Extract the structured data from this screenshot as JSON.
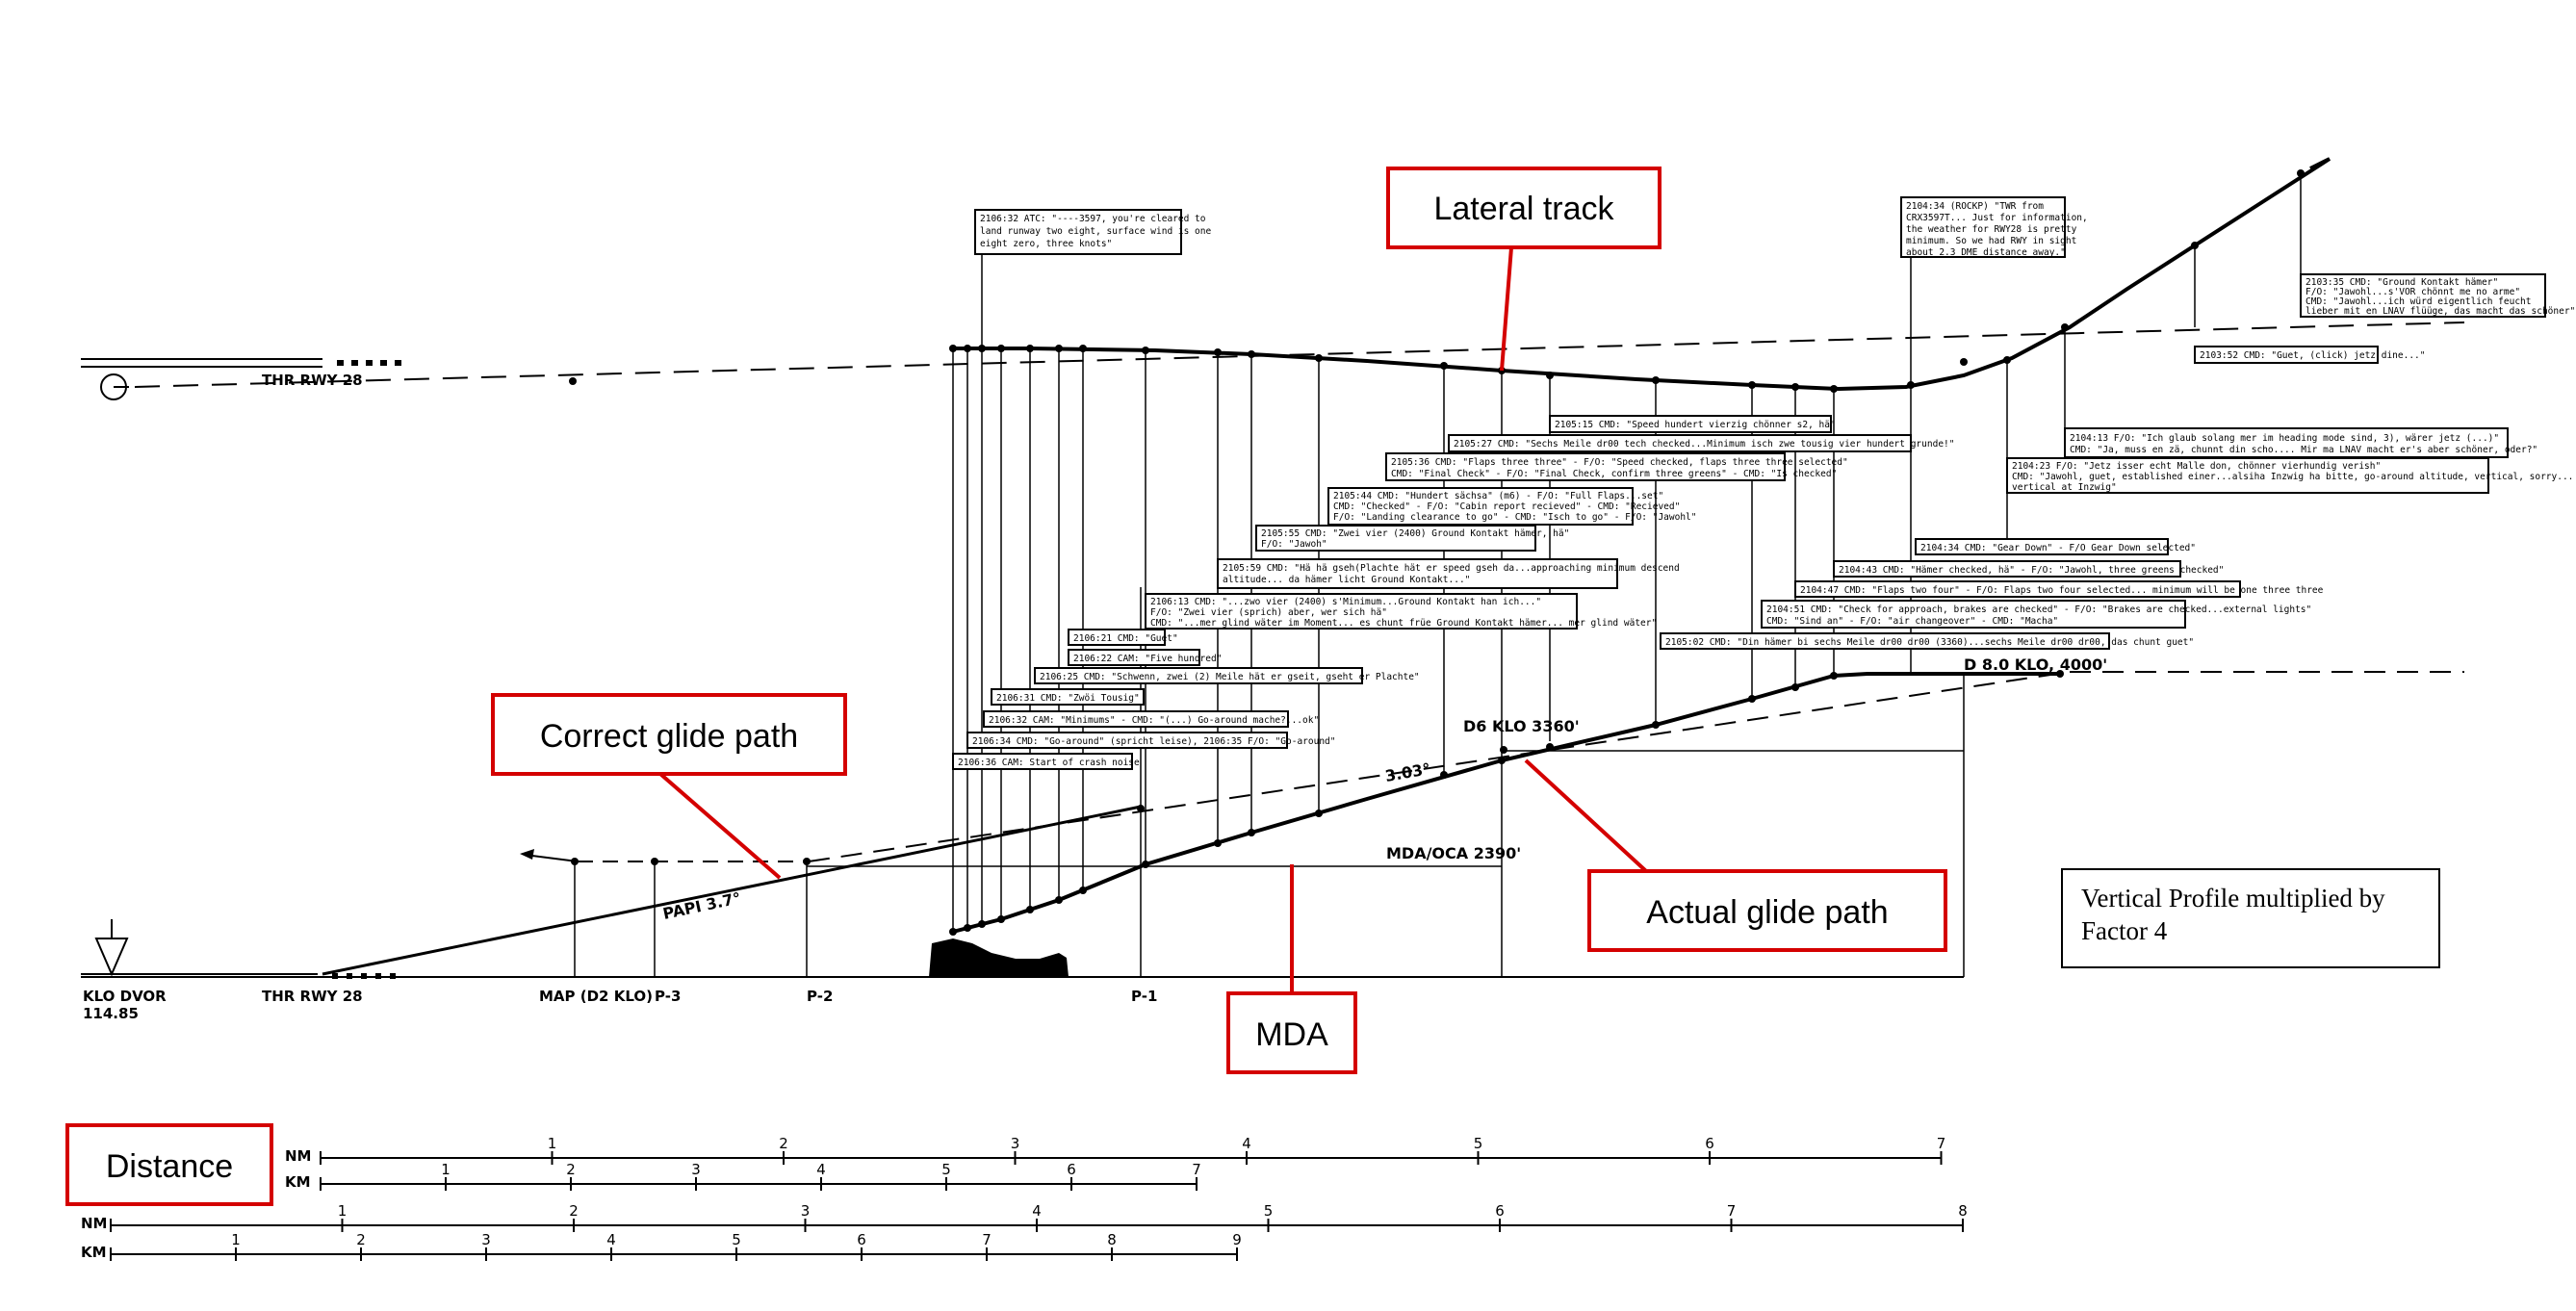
{
  "callouts": {
    "lateral_track": "Lateral track",
    "correct_glide_path": "Correct glide path",
    "actual_glide_path": "Actual glide path",
    "mda": "MDA",
    "distance": "Distance"
  },
  "legend": {
    "line1": "Vertical Profile multiplied by",
    "line2": "Factor 4"
  },
  "ground_labels": {
    "klo_dvor": "KLO DVOR",
    "klo_freq": "114.85",
    "thr_rwy": "THR RWY 28",
    "thr_rwy_top": "THR RWY 28",
    "map": "MAP (D2 KLO)",
    "p3": "P-3",
    "p2": "P-2",
    "p1": "P-1",
    "papi": "PAPI 3.7°",
    "mda_oca": "MDA/OCA 2390'",
    "d6": "D6 KLO 3360'",
    "d8": "D 8.0 KLO, 4000'",
    "angle": "3.03°"
  },
  "scales": {
    "nm_label": "NM",
    "km_label": "KM",
    "nm_top": [
      "1",
      "2",
      "3",
      "4",
      "5",
      "6",
      "7"
    ],
    "km_top": [
      "1",
      "2",
      "3",
      "4",
      "5",
      "6",
      "7"
    ],
    "nm_bottom": [
      "1",
      "2",
      "3",
      "4",
      "5",
      "6",
      "7",
      "8"
    ],
    "km_bottom": [
      "1",
      "2",
      "3",
      "4",
      "5",
      "6",
      "7",
      "8",
      "9"
    ]
  },
  "notes": {
    "atc_cleared": [
      "2106:32 ATC: \"----3597, you're cleared to",
      "land runway two eight, surface wind is one",
      "eight zero, three knots\""
    ],
    "twr_info": [
      "2104:34 (ROCKP) \"TWR from",
      "CRX3597T... Just for information,",
      "the weather for RWY28 is pretty",
      "minimum. So we had RWY in sight",
      "about 2.3 DME distance away.\""
    ],
    "ground_contact": [
      "2103:35 CMD: \"Ground Kontakt hämer\"",
      "F/O: \"Jawohl...s'VOR chönnt me no arme\"",
      "CMD: \"Jawohl...ich würd eigentlich feucht",
      "lieber mit en LNAV flüüge, das macht das schöner\""
    ],
    "guet": [
      "2103:52 CMD: \"Guet, (click) jetz dine...\""
    ],
    "heading_mode": [
      "2104:13 F/O: \"Ich glaub solang mer im heading mode sind, 3), wärer jetz (...)\"",
      "CMD: \"Ja, muss en zä, chunnt din scho.... Mir ma LNAV macht er's aber schöner, oder?\""
    ],
    "mal_don": [
      "2104:23 F/O: \"Jetz isser echt Malle don, chönner vierhundig verish\"",
      "CMD: \"Jawohl, guet, established einer...alsiha Inzwig ha bitte, go-around altitude, vertical, sorry...",
      "vertical at Inzwig\""
    ],
    "speed_hundred": [
      "2105:15 CMD: \"Speed hundert vierzig chönner s2, hä\""
    ],
    "sechs_meile": [
      "2105:27 CMD: \"Sechs Meile dr00 tech checked...Minimum isch zwe tousig vier hundert grunde!\""
    ],
    "flaps_three": [
      "2105:36 CMD: \"Flaps three three\" - F/O: \"Speed checked, flaps three three selected\"",
      "CMD: \"Final Check\" - F/O: \"Final Check, confirm three greens\" - CMD: \"Is checked\""
    ],
    "hundert_sechsa": [
      "2105:44 CMD: \"Hundert sächsa\" (m6) - F/O: \"Full Flaps...set\"",
      "CMD: \"Checked\" - F/O: \"Cabin report recieved\" - CMD: \"Recieved\"",
      "F/O: \"Landing clearance to go\" - CMD: \"Isch to go\" - F/O: \"Jawohl\""
    ],
    "zwei_vier": [
      "2105:55 CMD: \"Zwei vier (2400) Ground Kontakt hämer, hä\"",
      "F/O: \"Jawoh\""
    ],
    "hä_hä": [
      "2105:59 CMD: \"Hä hä gseh(Plachte hät er speed gseh da...approaching minimum descend",
      "altitude... da hämer licht Ground Kontakt...\""
    ],
    "zwo_vier": [
      "2106:13 CMD: \"...zwo vier (2400) s'Minimum...Ground Kontakt han ich...\"",
      "F/O: \"Zwei vier (sprich) aber, wer sich hä\"",
      "CMD: \"...mer glind wäter im Moment... es chunt früe Ground Kontakt hämer... mer glind wäter\""
    ],
    "gear_down": [
      "2104:34 CMD: \"Gear Down\" - F/O Gear Down selected\""
    ],
    "hämer_checked": [
      "2104:43 CMD: \"Hämer checked, hä\" - F/O: \"Jawohl, three greens checked\""
    ],
    "flaps_two": [
      "2104:47 CMD: \"Flaps two four\" - F/O: Flaps two four selected... minimum will be one three three"
    ],
    "brakes": [
      "2104:51 CMD: \"Check for approach, brakes are checked\" - F/O: \"Brakes are checked...external lights\"",
      "CMD: \"Sind an\" - F/O: \"air changeover\" - CMD: \"Macha\""
    ],
    "din_hämer": [
      "2105:02 CMD: \"Din hämer bi sechs Meile dr00 dr00 (3360)...sechs Meile dr00 dr00, das chunt guet\""
    ],
    "gsei": [
      "2106:21 CMD: \"Guet\""
    ],
    "five_hundred": [
      "2106:22 CAM: \"Five hundred\""
    ],
    "schwenn": [
      "2106:25 CMD: \"Schwenn, zwei (2) Meile hät er gseit, gseht er Plachte\""
    ],
    "zwei_tousig": [
      "2106:31 CMD: \"Zwöi Tousig\""
    ],
    "minimums": [
      "2106:32 CAM: \"Minimums\" - CMD: \"(...) Go-around mache?...ok\""
    ],
    "go_around": [
      "2106:34 CMD: \"Go-around\" (spricht leise), 2106:35 F/O: \"Go-around\""
    ],
    "crash": [
      "2106:36 CAM: Start of crash noise"
    ]
  }
}
